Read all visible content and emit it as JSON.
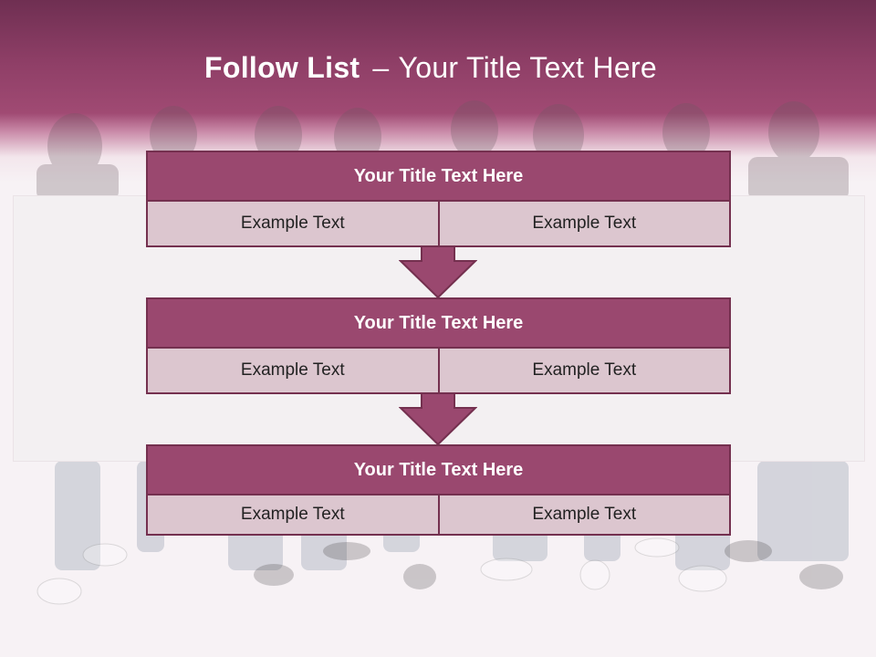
{
  "slide": {
    "title_bold": "Follow List",
    "title_separator": "–",
    "title_rest": "Your Title Text Here"
  },
  "colors": {
    "header_dark": "#6f2f52",
    "header_mid": "#a04a73",
    "box_fill": "#9a486f",
    "box_border": "#74304f",
    "cell_fill": "#dcc6cf",
    "background": "#f7f2f5"
  },
  "steps": [
    {
      "title": "Your Title Text Here",
      "cells": [
        "Example Text",
        "Example Text"
      ]
    },
    {
      "title": "Your Title Text Here",
      "cells": [
        "Example Text",
        "Example Text"
      ]
    },
    {
      "title": "Your Title Text Here",
      "cells": [
        "Example Text",
        "Example Text"
      ]
    }
  ],
  "icons": {
    "connector": "down-arrow-icon"
  }
}
